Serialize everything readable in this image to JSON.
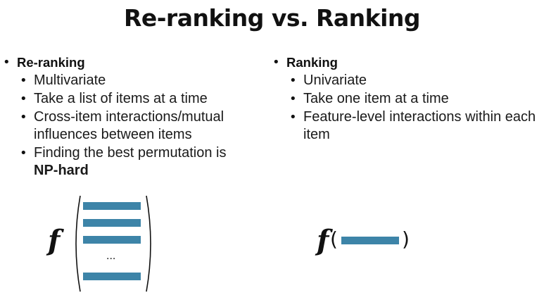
{
  "title": "Re-ranking vs. Ranking",
  "left": {
    "heading": "Re-ranking",
    "items": [
      "Multivariate",
      "Take a list of items at a time",
      "Cross-item interactions/mutual influences between items",
      "Finding the best permutation is"
    ],
    "emphasis": "NP-hard"
  },
  "right": {
    "heading": "Ranking",
    "items": [
      "Univariate",
      "Take one item at a time",
      "Feature-level interactions within each item"
    ]
  },
  "formula": {
    "function_symbol": "f",
    "ellipsis": "...",
    "open_paren": "(",
    "close_paren": ")"
  },
  "colors": {
    "bar": "#3d84a8"
  }
}
